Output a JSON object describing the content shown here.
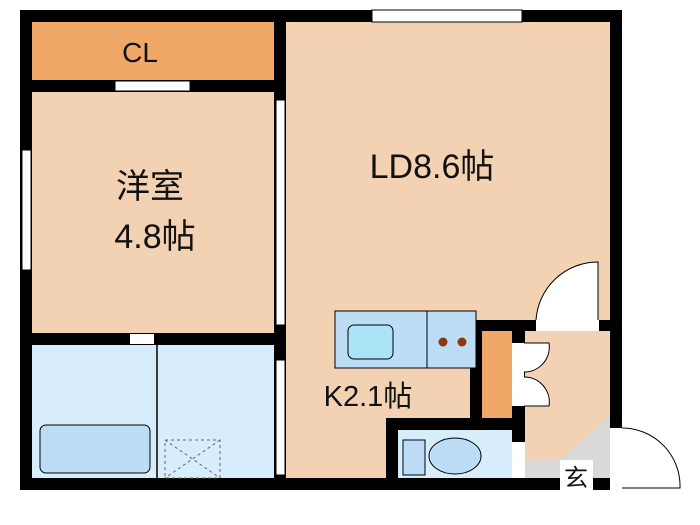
{
  "rooms": {
    "closet": "CL",
    "western_room_name": "洋室",
    "western_room_size": "4.8帖",
    "living_dining": "LD8.6帖",
    "kitchen": "K2.1帖",
    "entrance": "玄"
  },
  "colors": {
    "wall": "#000000",
    "room_floor": "#F3D1B3",
    "closet": "#F0A868",
    "wet_area": "#D8EDFB",
    "kitchen_counter": "#BCDDF5",
    "sink": "#A9E4F7",
    "entrance_floor": "#D9D9D9"
  }
}
